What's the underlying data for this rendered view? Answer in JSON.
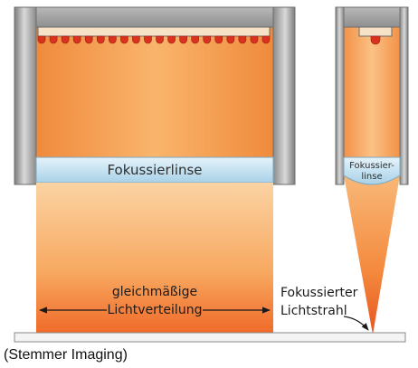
{
  "caption": "(Stemmer Imaging)",
  "left_diagram": {
    "lens_label": "Fokussierlinse",
    "distribution_label": [
      "gleichmäßige",
      "Lichtverteilung"
    ]
  },
  "right_diagram": {
    "lens_label": [
      "Fokussier-",
      "linse"
    ],
    "beam_label": [
      "Fokussierter",
      "Lichtstrahl"
    ]
  },
  "colors": {
    "housing_gray": "#9a9a9a",
    "light_orange": "#f7b06a",
    "deep_orange": "#f07a35",
    "lens_blue": "#cfe7f3",
    "led_red": "#d9331f",
    "base_plate": "#f4f4f4"
  }
}
